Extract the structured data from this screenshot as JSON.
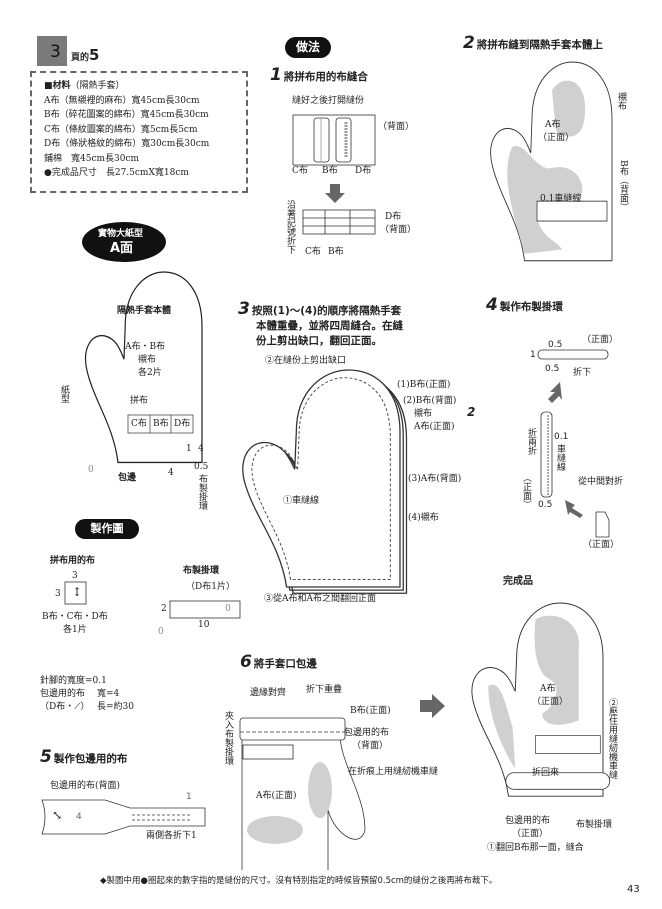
{
  "header": {
    "chapter_number": "3",
    "chapter_suffix": "頁的",
    "chapter_of": "5"
  },
  "materials": {
    "title": "■材料",
    "subtitle": "（隔熱手套）",
    "items": [
      "A布（無襯裡的麻布）寬45cm長30cm",
      "B布（碎花圖案的綿布）寬45cm長30cm",
      "C布（條紋圖案的綿布）寬5cm長5cm",
      "D布（條狀格紋的綿布）寬30cm長30cm",
      "鋪棉　寬45cm長30cm",
      "●完成品尺寸　長27.5cmX寬18cm"
    ]
  },
  "method_label": "做法",
  "step1": {
    "num": "1",
    "title": "將拼布用的布縫合",
    "note": "縫好之後打開縫份",
    "back": "（背面）",
    "c": "C布",
    "b": "B布",
    "d": "D布",
    "fold": "沿著記號折下",
    "d2": "D布",
    "back2": "（背面）",
    "c2": "C布",
    "b2": "B布"
  },
  "step2": {
    "num": "2",
    "title": "將拼布縫到隔熱手套本體上",
    "lining": "襯布",
    "a": "A布",
    "front": "（正面）",
    "b_back": "B布（背面）",
    "stitch": "0.1車縫線"
  },
  "pattern": {
    "badge_line1": "實物大紙型",
    "badge_line2": "A面",
    "body": "隔熱手套本體",
    "fabrics": "A布・B布",
    "lining": "襯布",
    "count": "各2片",
    "paper": "紙型",
    "patch": "拼布",
    "c": "C布",
    "b": "B布",
    "d": "D布",
    "edge": "包邊",
    "seam0": "0",
    "n1": "1",
    "n4a": "4",
    "n4b": "4",
    "n05": "0.5",
    "loop": "布製掛環"
  },
  "diagram": {
    "label": "製作圖",
    "patch_title": "拼布用的布",
    "p3a": "3",
    "p3b": "3",
    "patch_note": "B布・C布・D布",
    "patch_count": "各1片",
    "loop_title": "布製掛環",
    "loop_note": "（D布1片）",
    "l2": "2",
    "l10": "10",
    "l0a": "0",
    "l0b": "0",
    "stitch_width": "針腳的寬度=0.1",
    "binding": "包邊用的布",
    "binding_src": "（D布・⟋）",
    "width": "寬=4",
    "length": "長=約30"
  },
  "step3": {
    "num": "3",
    "title_lines": [
      "按照(1)～(4)的順序將隔熱手套",
      "本體重疊，並將四周縫合。在縫",
      "份上剪出缺口，翻回正面。"
    ],
    "notch": "②在縫份上剪出缺口",
    "l1": "(1)B布(正面)",
    "l2": "(2)B布(背面)",
    "l2b": "襯布",
    "l2c": "A布(正面)",
    "l2num": "2",
    "l3": "(3)A布(背面)",
    "l4": "(4)襯布",
    "stitch": "①車縫線",
    "turn": "③從A布和A布之間翻回正面"
  },
  "step4": {
    "num": "4",
    "title": "製作布製掛環",
    "front1": "（正面）",
    "v05a": "0.5",
    "v1": "1",
    "v05b": "0.5",
    "fold": "折下",
    "fold2": "折兩折",
    "v01": "0.1",
    "stitch": "車縫線",
    "front2": "（正面）",
    "v05c": "0.5",
    "mid": "從中間對折",
    "front3": "（正面）"
  },
  "finished": {
    "title": "完成品",
    "a": "A布",
    "front": "（正面）",
    "press": "②壓住用縫紉機車縫",
    "foldback": "折回來",
    "binding": "包邊用的布",
    "binding_front": "（正面）",
    "loop": "布製掛環",
    "sew": "①翻回B布那一面，縫合"
  },
  "step5": {
    "num": "5",
    "title": "製作包邊用的布",
    "binding_back": "包邊用的布(背面)",
    "w4": "4",
    "v1": "1",
    "fold": "兩側各折下1"
  },
  "step6": {
    "num": "6",
    "title": "將手套口包邊",
    "align": "邊緣對齊",
    "overlap": "折下重疊",
    "b_front": "B布(正面)",
    "binding": "包邊用的布",
    "binding_back": "（背面）",
    "sew": "在折痕上用縫紉機車縫",
    "insert": "夾入布製掛環",
    "a_front": "A布(正面)"
  },
  "footer": {
    "note": "◆製圖中用●圈起來的數字指的是縫份的尺寸。沒有特別指定的時候皆預留0.5cm的縫份之後再將布裁下。",
    "page": "43"
  }
}
